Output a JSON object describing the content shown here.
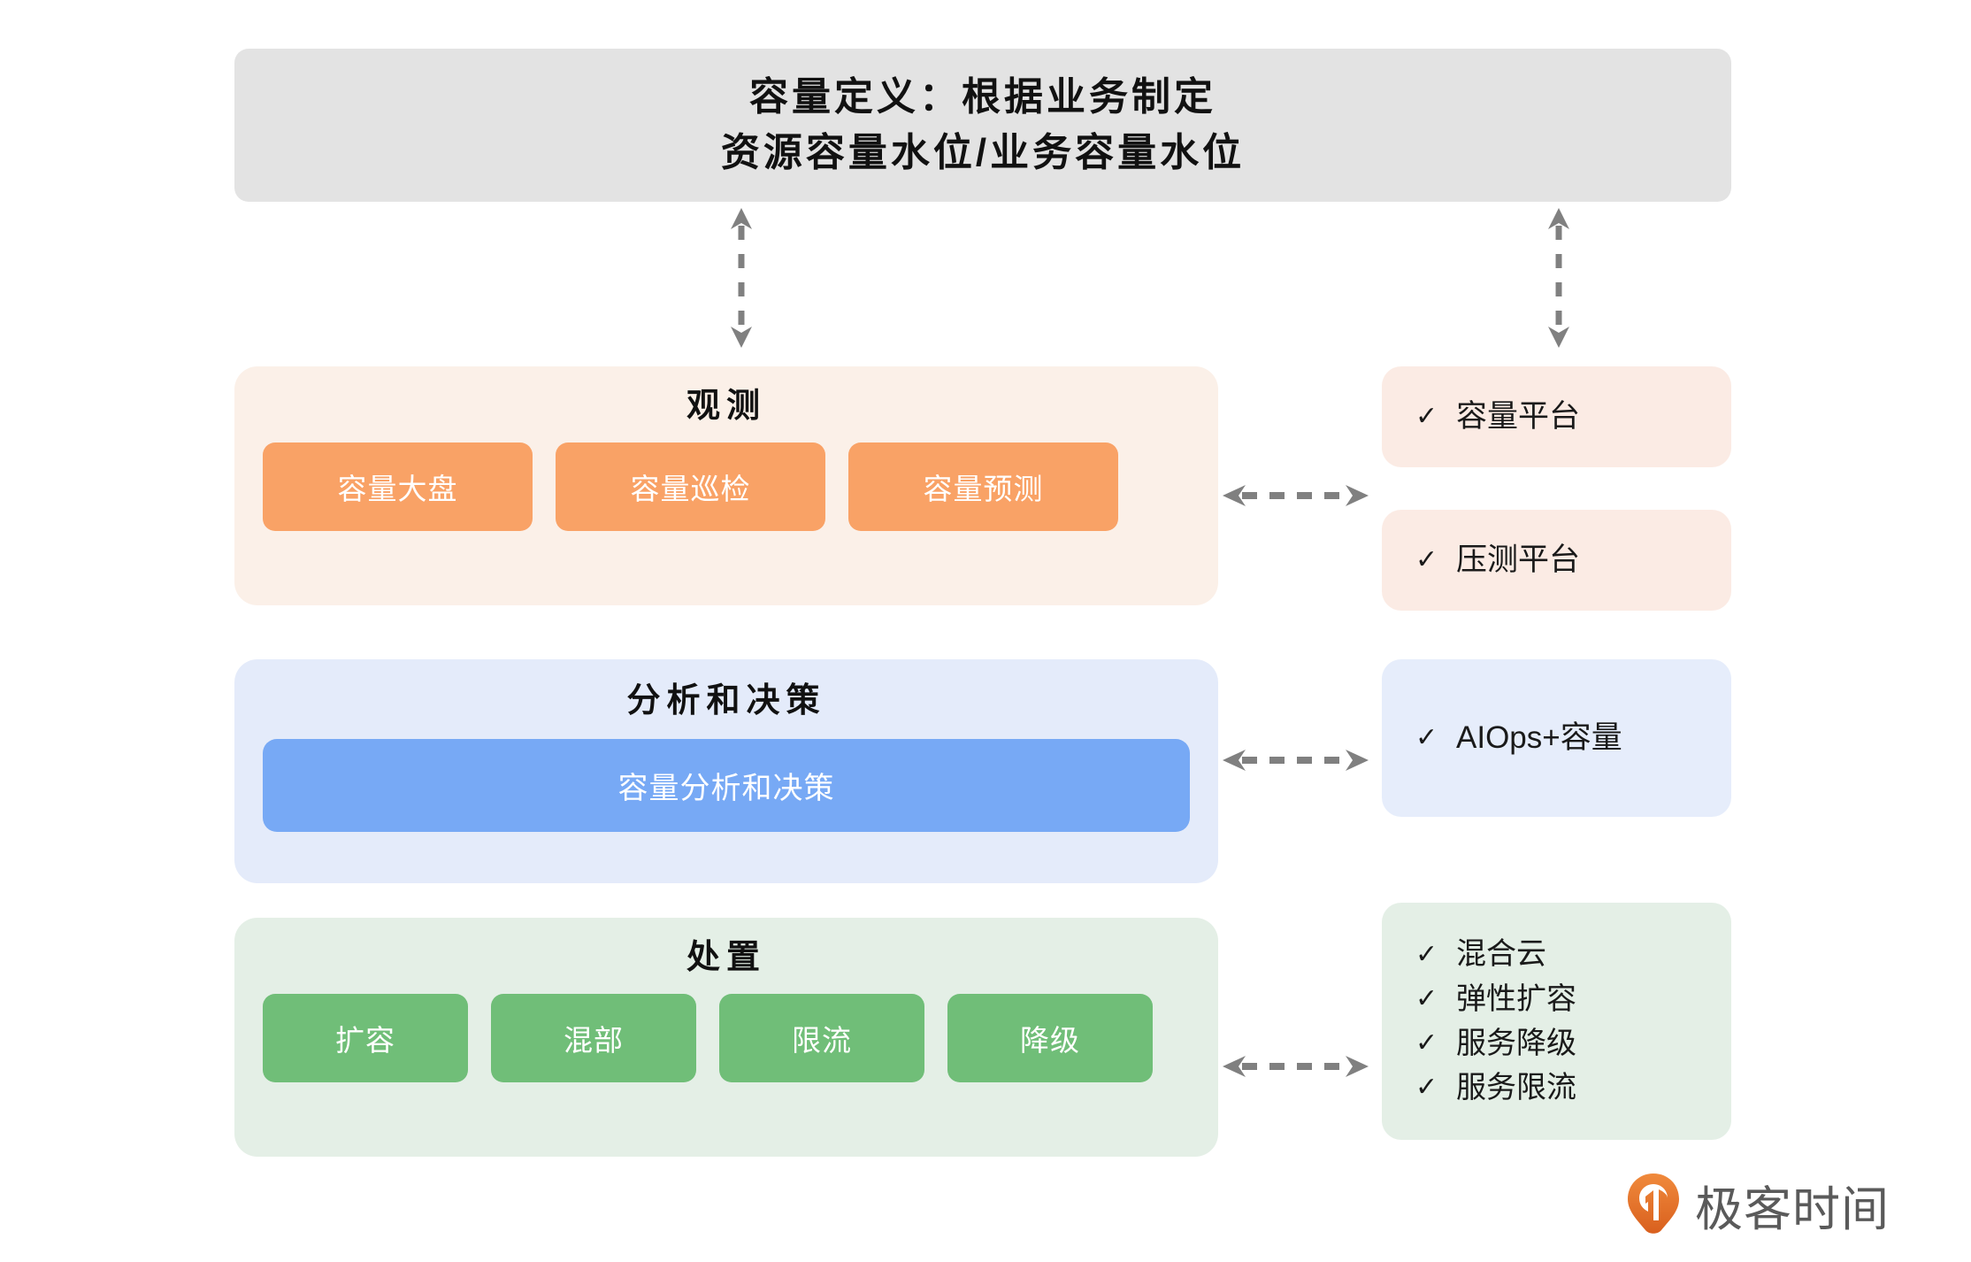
{
  "header": {
    "line1": "容量定义：根据业务制定",
    "line2": "资源容量水位/业务容量水位",
    "bg_color": "#E3E3E3"
  },
  "arrows": {
    "vertical_left": "dashed-double-arrow-vertical",
    "vertical_right": "dashed-double-arrow-vertical",
    "horizontal_observe": "dashed-double-arrow-horizontal",
    "horizontal_analyze": "dashed-double-arrow-horizontal",
    "horizontal_dispose": "dashed-double-arrow-horizontal",
    "color": "#808080"
  },
  "layers": [
    {
      "id": "observe",
      "title": "观测",
      "panel_color": "#FBF0E8",
      "chip_color": "#F9A266",
      "chips": [
        "容量大盘",
        "容量巡检",
        "容量预测"
      ]
    },
    {
      "id": "analyze",
      "title": "分析和决策",
      "panel_color": "#E4EBFA",
      "chip_color": "#77A9F5",
      "bar_label": "容量分析和决策"
    },
    {
      "id": "dispose",
      "title": "处置",
      "panel_color": "#E4EFE6",
      "chip_color": "#70BE78",
      "chips": [
        "扩容",
        "混部",
        "限流",
        "降级"
      ]
    }
  ],
  "side_cards": [
    {
      "id": "capacity-platform",
      "bg_color": "#FBEBE4",
      "items": [
        "容量平台"
      ]
    },
    {
      "id": "stress-platform",
      "bg_color": "#FBEBE4",
      "items": [
        "压测平台"
      ]
    },
    {
      "id": "aiops-capacity",
      "bg_color": "#E6EDFB",
      "items": [
        "AIOps+容量"
      ]
    },
    {
      "id": "dispose-capabilities",
      "bg_color": "#E4EFE6",
      "items": [
        "混合云",
        "弹性扩容",
        "服务降级",
        "服务限流"
      ]
    }
  ],
  "check_glyph": "✓",
  "logo": {
    "text": "极客时间",
    "mark_color_start": "#F07C3A",
    "mark_color_end": "#D9601E"
  }
}
